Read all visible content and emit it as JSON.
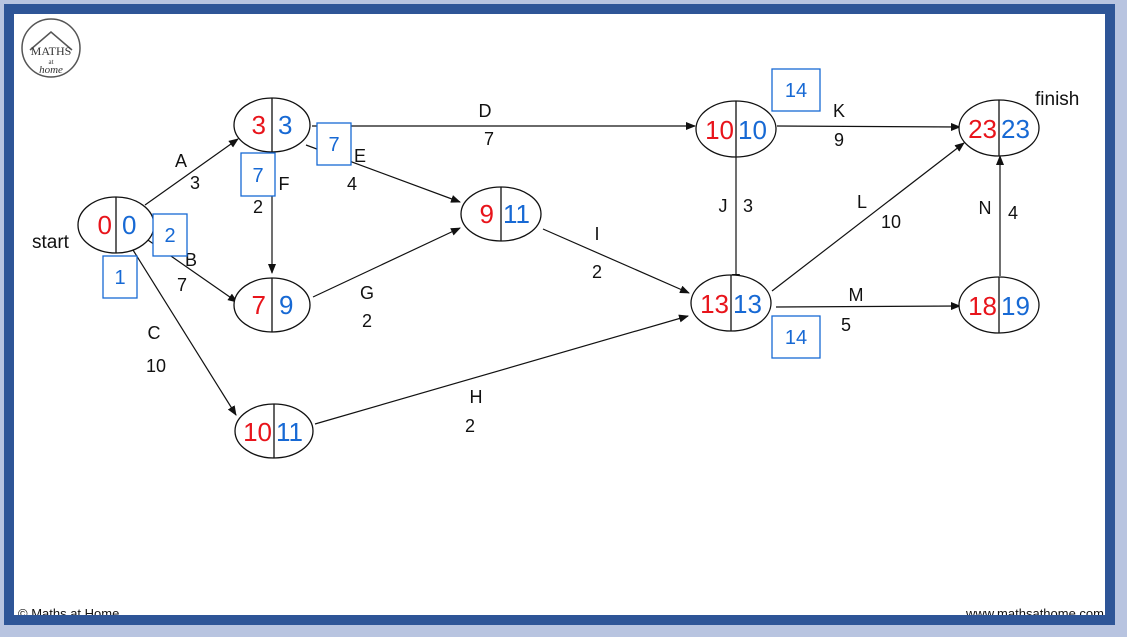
{
  "logo": {
    "line1": "MATHS",
    "line2": "at",
    "line3": "home"
  },
  "labels": {
    "start": "start",
    "finish": "finish"
  },
  "footer": {
    "left": "© Maths at Home",
    "right": "www.mathsathome.com"
  },
  "nodes": [
    {
      "id": "n1",
      "early": "0",
      "late": "0"
    },
    {
      "id": "n2",
      "early": "3",
      "late": "3"
    },
    {
      "id": "n3",
      "early": "7",
      "late": "9"
    },
    {
      "id": "n4",
      "early": "10",
      "late": "11"
    },
    {
      "id": "n5",
      "early": "9",
      "late": "11"
    },
    {
      "id": "n6",
      "early": "10",
      "late": "10"
    },
    {
      "id": "n7",
      "early": "13",
      "late": "13"
    },
    {
      "id": "n8",
      "early": "23",
      "late": "23"
    },
    {
      "id": "n9",
      "early": "18",
      "late": "19"
    }
  ],
  "activities": [
    {
      "name": "A",
      "duration": "3"
    },
    {
      "name": "B",
      "duration": "7"
    },
    {
      "name": "C",
      "duration": "10"
    },
    {
      "name": "D",
      "duration": "7"
    },
    {
      "name": "E",
      "duration": "4"
    },
    {
      "name": "F",
      "duration": "2"
    },
    {
      "name": "G",
      "duration": "2"
    },
    {
      "name": "H",
      "duration": "2"
    },
    {
      "name": "I",
      "duration": "2"
    },
    {
      "name": "J",
      "duration": "3"
    },
    {
      "name": "K",
      "duration": "9"
    },
    {
      "name": "L",
      "duration": "10"
    },
    {
      "name": "M",
      "duration": "5"
    },
    {
      "name": "N",
      "duration": "4"
    }
  ],
  "boxes": [
    "1",
    "2",
    "7",
    "7",
    "14",
    "14"
  ],
  "colors": {
    "early": "#e8141b",
    "late": "#1769d4",
    "border": "#2e5597"
  }
}
